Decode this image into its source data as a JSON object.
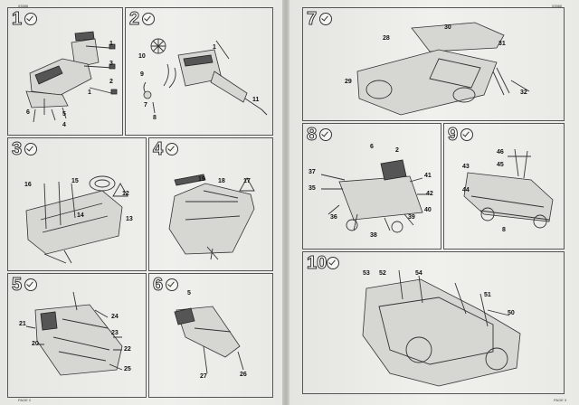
{
  "pages": {
    "left_header": "03586",
    "right_header": "03586",
    "left_footer": "PAGE 2",
    "right_footer": "PAGE 3"
  },
  "steps": [
    {
      "num": "1",
      "parts": [
        "1",
        "3",
        "2",
        "1",
        "6",
        "5",
        "4"
      ]
    },
    {
      "num": "2",
      "parts": [
        "1",
        "10",
        "9",
        "7",
        "8",
        "11"
      ]
    },
    {
      "num": "3",
      "parts": [
        "16",
        "15",
        "14",
        "13",
        "12"
      ]
    },
    {
      "num": "4",
      "parts": [
        "19",
        "18",
        "17"
      ]
    },
    {
      "num": "5",
      "parts": [
        "21",
        "20",
        "24",
        "23",
        "22",
        "25"
      ]
    },
    {
      "num": "6",
      "parts": [
        "5",
        "27",
        "26"
      ]
    },
    {
      "num": "7",
      "parts": [
        "30",
        "28",
        "31",
        "29",
        "32"
      ]
    },
    {
      "num": "8",
      "parts": [
        "6",
        "2",
        "37",
        "35",
        "41",
        "42",
        "36",
        "38",
        "39",
        "40"
      ]
    },
    {
      "num": "9",
      "parts": [
        "46",
        "45",
        "43",
        "44",
        "8"
      ]
    },
    {
      "num": "10",
      "parts": [
        "53",
        "52",
        "54",
        "51",
        "50"
      ]
    }
  ]
}
